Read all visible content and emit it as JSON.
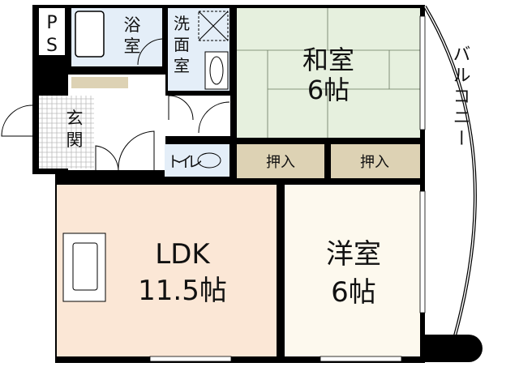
{
  "rooms": {
    "ps": {
      "line1": "P",
      "line2": "S"
    },
    "bath": {
      "line1": "浴",
      "line2": "室"
    },
    "washroom": {
      "line1": "洗",
      "line2": "面",
      "line3": "室"
    },
    "japanese_room": {
      "name": "和室",
      "size": "6帖"
    },
    "entrance": {
      "line1": "玄",
      "line2": "関"
    },
    "toilet": {
      "name": "トイレ"
    },
    "closet_1": {
      "name": "押入"
    },
    "closet_2": {
      "name": "押入"
    },
    "ldk": {
      "name": "LDK",
      "size": "11.5帖"
    },
    "western_room": {
      "name": "洋室",
      "size": "6帖"
    },
    "balcony": {
      "name": "バルコニー"
    }
  },
  "colors": {
    "wet_area": "#e4eef8",
    "japanese_room": "#e6f0de",
    "closet": "#ddd2b4",
    "ldk": "#fbe7d6",
    "western_room": "#fdf9ee",
    "wall": "#000000"
  }
}
